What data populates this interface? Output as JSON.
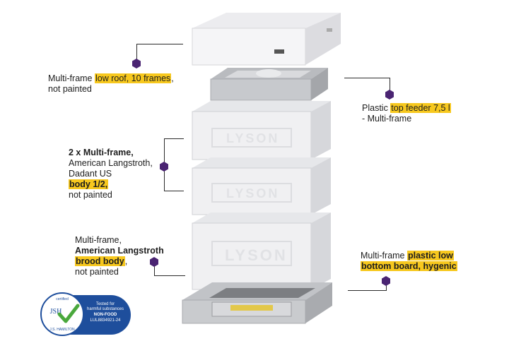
{
  "labels": {
    "roof": {
      "prefix": "Multi-frame ",
      "highlight": "low roof, 10 frames",
      "suffix": ",",
      "line2": "not painted"
    },
    "feeder": {
      "prefix": "Plastic ",
      "highlight": "top feeder 7,5 l",
      "line2": "- Multi-frame"
    },
    "body": {
      "line1": "2 x Multi-frame,",
      "line2": "American Langstroth,",
      "line3": "Dadant US",
      "highlight": "body 1/2,",
      "line5": "not painted"
    },
    "brood": {
      "line1": "Multi-frame,",
      "line2": "American Langstroth",
      "highlight": "brood body",
      "suffix": ",",
      "line4": "not painted"
    },
    "bottom": {
      "prefix": "Multi-frame ",
      "highlight1": "plastic low",
      "highlight2": "bottom board, hygenic"
    }
  },
  "brand_text": "LYSON",
  "certificate": {
    "seal_top": "certified",
    "seal_bottom": "J.S. HAMILTON",
    "seal_letters": "JSH",
    "badge_line1": "Tested for",
    "badge_line2": "harmful substances",
    "badge_line3": "NON-FOOD",
    "badge_line4": "LUL8834921-24"
  },
  "colors": {
    "highlight": "#f7c81e",
    "marker": "#4a2472",
    "badge": "#1e4e9c",
    "check": "#4aa83c"
  }
}
